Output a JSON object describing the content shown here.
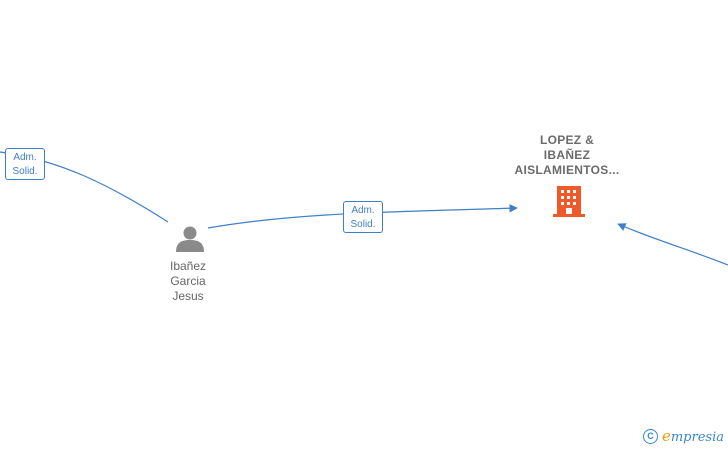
{
  "edges": [
    {
      "label_line1": "Adm.",
      "label_line2": "Solid."
    },
    {
      "label_line1": "Adm.",
      "label_line2": "Solid."
    }
  ],
  "person": {
    "line1": "Ibañez",
    "line2": "Garcia",
    "line3": "Jesus",
    "icon": "person-icon"
  },
  "company": {
    "line1": "LOPEZ &",
    "line2": "IBAÑEZ",
    "line3": "AISLAMIENTOS...",
    "icon": "building-icon"
  },
  "footer": {
    "copyright_symbol": "C",
    "brand_initial": "e",
    "brand_rest": "mpresia"
  },
  "colors": {
    "edge": "#3f7fc9",
    "building": "#f05a2a",
    "person": "#8a8a8a",
    "text": "#666666"
  }
}
